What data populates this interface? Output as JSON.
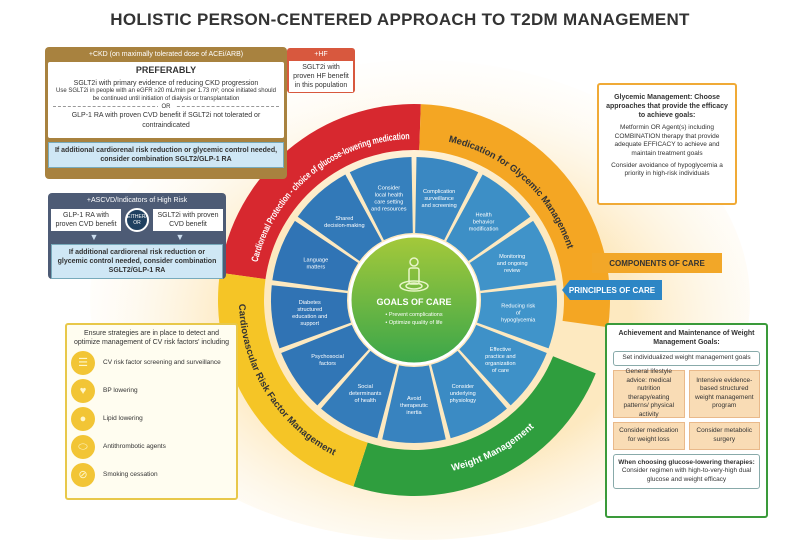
{
  "title": "HOLISTIC PERSON-CENTERED APPROACH TO T2DM MANAGEMENT",
  "ckd": {
    "header": "+CKD (on maximally tolerated dose of ACEi/ARB)",
    "preferably": "PREFERABLY",
    "line1": "SGLT2i with primary evidence of reducing CKD progression",
    "line2": "Use SGLT2i in people with an eGFR ≥20 mL/min per 1.73 m²; once initiated should be continued until initiation of dialysis or transplantation",
    "or": "OR",
    "line3": "GLP-1 RA with proven CVD benefit if SGLT2i not tolerated or contraindicated",
    "combo": "If additional cardiorenal risk reduction or glycemic control needed, consider combination SGLT2/GLP-1 RA"
  },
  "hf": {
    "header": "+HF",
    "body": "SGLT2i with proven HF benefit in this population"
  },
  "ascvd": {
    "header": "+ASCVD/Indicators of High Risk",
    "left": "GLP-1 RA with proven CVD benefit",
    "either": "EITHER/ OR",
    "right": "SGLT2i with proven CVD benefit",
    "combo": "If additional cardiorenal risk reduction or glycemic control needed, consider combination SGLT2/GLP-1 RA"
  },
  "cv": {
    "header": "Ensure strategies are in place to detect and optimize management of CV risk factors' including",
    "items": [
      "CV risk factor screening and surveillance",
      "BP lowering",
      "Lipid lowering",
      "Antithrombotic agents",
      "Smoking cessation"
    ]
  },
  "glycemic": {
    "header": "Glycemic Management: Choose approaches that provide the efficacy to achieve goals:",
    "p1": "Metformin OR Agent(s) including COMBINATION therapy that provide adequate EFFICACY to achieve and maintain treatment goals",
    "p2": "Consider avoidance of hypoglycemia a priority in high-risk individuals"
  },
  "components_label": "COMPONENTS OF CARE",
  "principles_label": "PRINCIPLES OF CARE",
  "weight": {
    "header": "Achievement and Maintenance of Weight Management Goals:",
    "set": "Set individualized weight management goals",
    "cells": [
      "General lifestyle advice: medical nutrition therapy/eating patterns/ physical activity",
      "Intensive evidence-based structured weight management program",
      "Consider medication for weight loss",
      "Consider metabolic surgery"
    ],
    "choose_title": "When choosing glucose-lowering therapies:",
    "choose_body": "Consider regimen with high-to-very-high dual glucose and weight efficacy"
  },
  "ring": {
    "red": "Cardiorenal Protection - choice of glucose-lowering medication",
    "orange": "Medication for Glycemic Management",
    "green": "Weight Management",
    "yellow": "Cardiovascular Risk Factor Management",
    "colors": {
      "red": "#d7282f",
      "orange": "#f4a623",
      "green": "#2f9e3e",
      "yellow": "#f5c526",
      "blue": "#2f7fbf"
    }
  },
  "principles": [
    "Complication surveillance and screening",
    "Health behavior modification",
    "Monitoring and ongoing review",
    "Reducing risk of hypoglycemia",
    "Effective practice and organization of care",
    "Consider underlying physiology",
    "Avoid therapeutic inertia",
    "Social determinants of health",
    "Psychosocial factors",
    "Diabetes structured education and support",
    "Language matters",
    "Shared decision-making",
    "Consider local health care setting and resources"
  ],
  "goals": {
    "title": "GOALS OF CARE",
    "items": [
      "• Prevent complications",
      "• Optimize quality of life"
    ]
  }
}
